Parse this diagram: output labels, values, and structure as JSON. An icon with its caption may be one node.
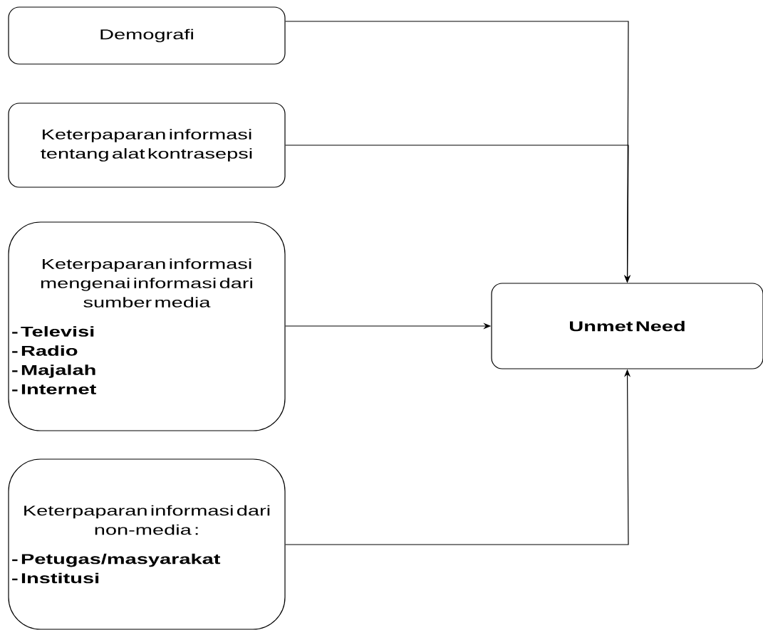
{
  "diagram": {
    "nodes": [
      {
        "text": [
          "Demografi"
        ]
      },
      {
        "text": [
          "Keterpaparan informasi tentang alat kontrasepsi"
        ]
      },
      {
        "text": [
          "Keterpaparan informasi mengenai informasi dari sumber media",
          "- Televisi",
          "- Radio",
          "- Majalah",
          "- Internet"
        ]
      },
      {
        "text": [
          "Keterpaparan informasi dari non-media :",
          "- Petugas/masyarakat",
          "- Institusi"
        ]
      },
      {
        "text": [
          "Unmet Need"
        ]
      }
    ],
    "edges": [
      {
        "from": 0,
        "to": 4,
        "arrow": "to"
      },
      {
        "from": 1,
        "to": 4,
        "arrow": "to"
      },
      {
        "from": 2,
        "to": 4,
        "arrow": "to"
      },
      {
        "from": 3,
        "to": 4,
        "arrow": "to"
      }
    ]
  }
}
